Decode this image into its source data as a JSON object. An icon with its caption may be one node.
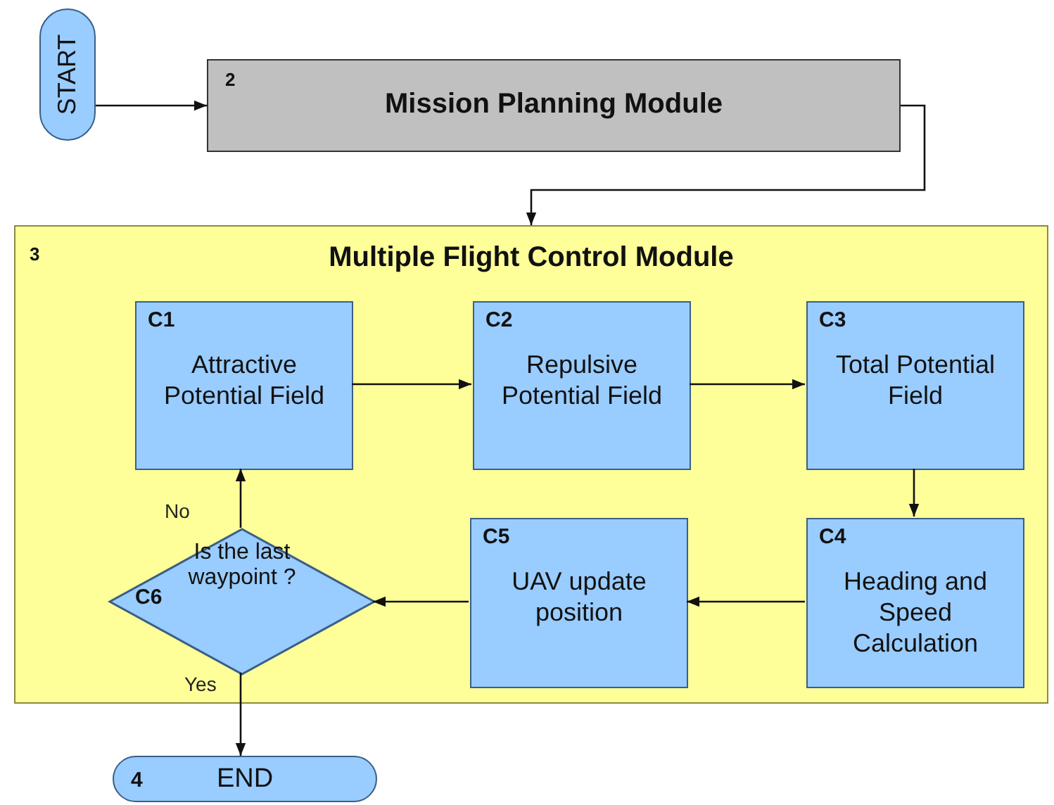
{
  "diagram": {
    "nodes": [
      {
        "text": [
          "START"
        ]
      },
      {
        "text": [
          "2",
          "Mission Planning Module"
        ]
      },
      {
        "text": [
          "3",
          "Multiple Flight Control Module"
        ]
      },
      {
        "text": [
          "C1",
          "Attractive Potential Field"
        ],
        "in": 2
      },
      {
        "text": [
          "C2",
          "Repulsive Potential Field"
        ],
        "in": 2
      },
      {
        "text": [
          "C3",
          "Total Potential Field"
        ],
        "in": 2
      },
      {
        "text": [
          "C4",
          "Heading and Speed Calculation"
        ],
        "in": 2
      },
      {
        "text": [
          "C5",
          "UAV update position"
        ],
        "in": 2
      },
      {
        "text": [
          "C6",
          "Is the last waypoint ?"
        ],
        "in": 2
      },
      {
        "text": [
          "4",
          "END"
        ]
      }
    ],
    "edges": [
      {
        "from": 0,
        "to": 1,
        "arrow": "to"
      },
      {
        "from": 1,
        "to": 2,
        "arrow": "to"
      },
      {
        "from": 3,
        "to": 4,
        "arrow": "to"
      },
      {
        "from": 4,
        "to": 5,
        "arrow": "to"
      },
      {
        "from": 5,
        "to": 6,
        "arrow": "to"
      },
      {
        "from": 6,
        "to": 7,
        "arrow": "to"
      },
      {
        "from": 7,
        "to": 8,
        "arrow": "to"
      },
      {
        "from": 8,
        "to": 3,
        "arrow": "to",
        "label": "No"
      },
      {
        "from": 8,
        "to": 9,
        "arrow": "to",
        "label": "Yes"
      }
    ]
  }
}
